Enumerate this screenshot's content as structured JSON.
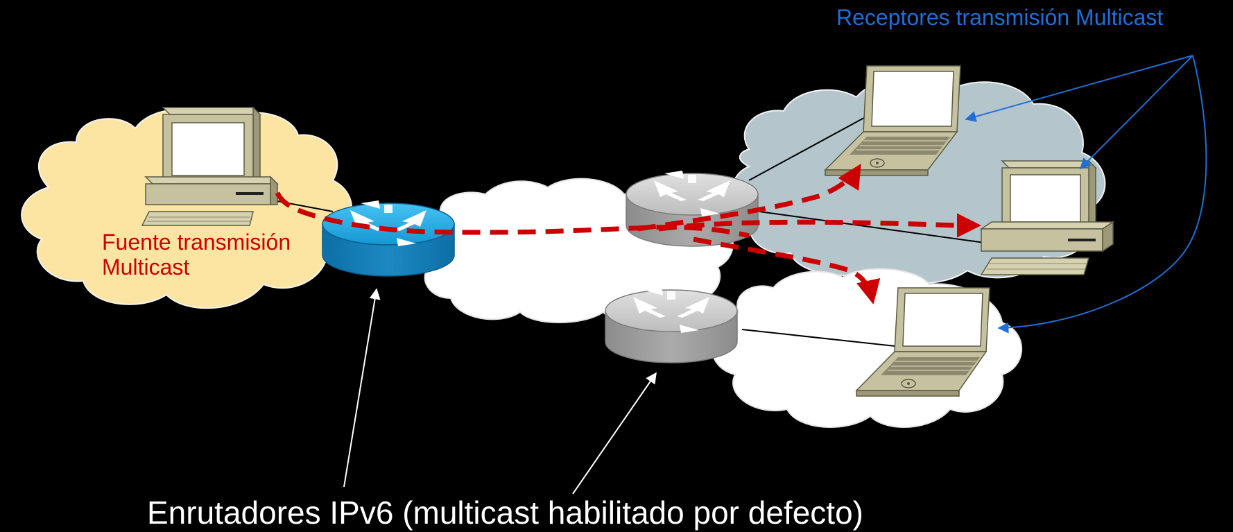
{
  "labels": {
    "receivers": "Receptores transmisión Multicast",
    "source_line1": "Fuente transmisión",
    "source_line2": "Multicast",
    "routers": "Enrutadores IPv6 (multicast habilitado por defecto)"
  },
  "colors": {
    "background": "#000000",
    "receivers_label": "#1F6FD6",
    "source_label": "#CC0000",
    "routers_label": "#FFFFFF",
    "multicast_flow": "#CC0000",
    "source_cloud": "#FCE4A3",
    "receivers_cloud": "#B4C6CC",
    "core_cloud": "#FFFFFF",
    "edge_router": "#1C9BD6",
    "core_router": "#A6A6A6"
  },
  "icons": {
    "source": "desktop-computer-icon",
    "receiver_1": "laptop-icon",
    "receiver_2": "desktop-computer-icon",
    "receiver_3": "laptop-icon",
    "edge_router": "router-icon",
    "core_router_1": "router-icon",
    "core_router_2": "router-icon"
  }
}
